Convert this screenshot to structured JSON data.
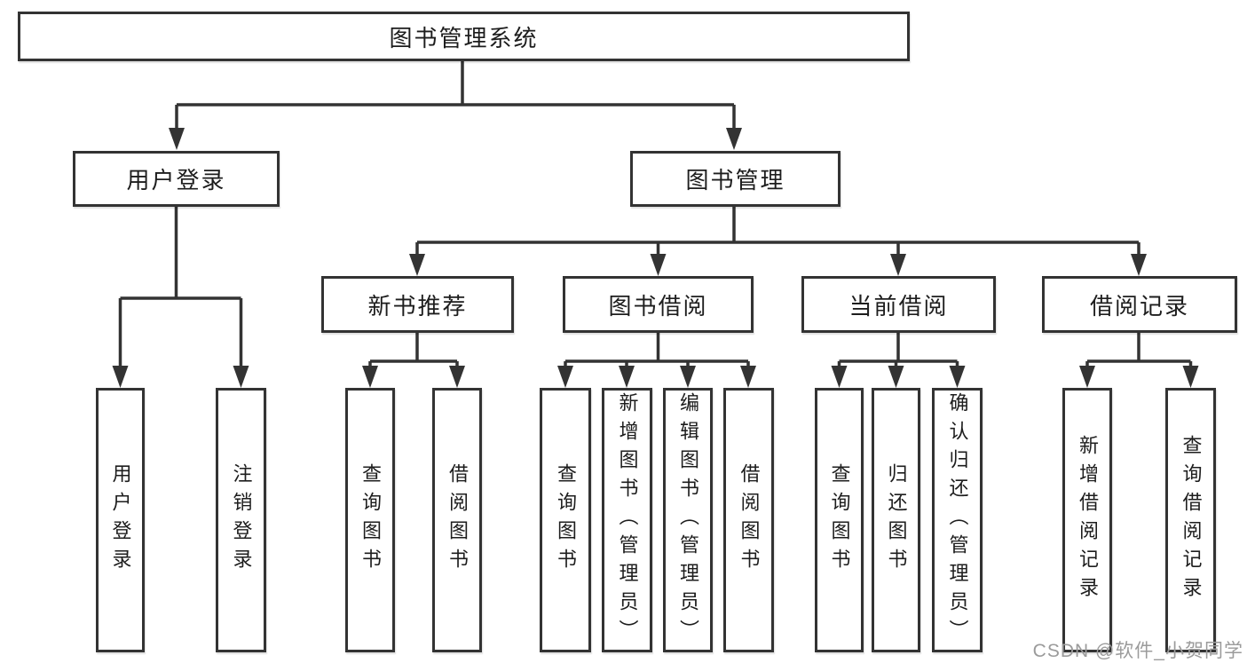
{
  "diagram": {
    "tree": {
      "label": "图书管理系统",
      "children": [
        {
          "label": "用户登录",
          "children": [
            {
              "label": "用户登录"
            },
            {
              "label": "注销登录"
            }
          ]
        },
        {
          "label": "图书管理",
          "children": [
            {
              "label": "新书推荐",
              "children": [
                {
                  "label": "查询图书"
                },
                {
                  "label": "借阅图书"
                }
              ]
            },
            {
              "label": "图书借阅",
              "children": [
                {
                  "label": "查询图书"
                },
                {
                  "label": "新增图书（管理员）"
                },
                {
                  "label": "编辑图书（管理员）"
                },
                {
                  "label": "借阅图书"
                }
              ]
            },
            {
              "label": "当前借阅",
              "children": [
                {
                  "label": "查询图书"
                },
                {
                  "label": "归还图书"
                },
                {
                  "label": "确认归还（管理员）"
                }
              ]
            },
            {
              "label": "借阅记录",
              "children": [
                {
                  "label": "新增借阅记录"
                },
                {
                  "label": "查询借阅记录"
                }
              ]
            }
          ]
        }
      ]
    }
  },
  "watermark": "CSDN @软件_小贺同学",
  "colors": {
    "line": "#333333",
    "text": "#1d1d1d",
    "box_border": "#333333",
    "background": "#ffffff",
    "watermark": "#9b9b9b"
  }
}
